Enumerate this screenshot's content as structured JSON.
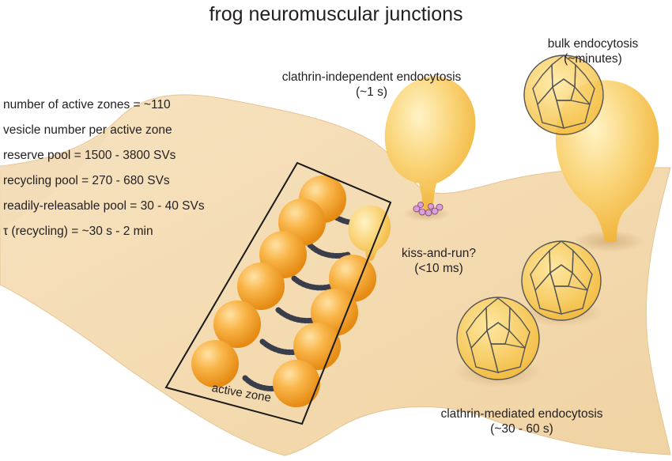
{
  "title": "frog neuromuscular junctions",
  "stats": [
    "number of active zones = ~110",
    "vesicle number per active zone",
    "reserve pool = 1500 - 3800 SVs",
    "recycling pool = 270 - 680 SVs",
    "readily-releasable pool = 30 - 40 SVs",
    "τ (recycling) = ~30 s - 2 min"
  ],
  "labels": {
    "clathrin_independent": {
      "name": "clathrin-independent endocytosis",
      "time": "(~1 s)"
    },
    "bulk": {
      "name": "bulk endocytosis",
      "time": "(~minutes)"
    },
    "kiss_and_run": {
      "name": "kiss-and-run?",
      "time": "(<10 ms)"
    },
    "clathrin_mediated": {
      "name": "clathrin-mediated endocytosis",
      "time": "(~30 - 60 s)"
    },
    "active_zone": "active zone"
  },
  "colors": {
    "membrane": "#f6e0b8",
    "vesicle": "#f7a32d",
    "endocytic_vesicle": "#f8cb5c",
    "cage_line": "#555555",
    "dense_projection": "#3a3d4a",
    "dynamin_ring": "#d9a0d4"
  }
}
